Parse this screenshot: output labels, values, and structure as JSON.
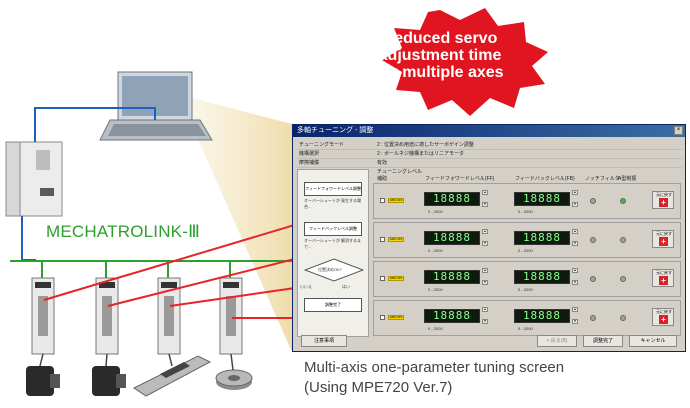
{
  "callout": {
    "line1": "Reduced servo",
    "line2": "adjustment time",
    "line3": "for multiple axes"
  },
  "network_label": "MECHATROLINK-Ⅲ",
  "caption": {
    "line1": "Multi-axis one-parameter tuning screen",
    "line2": "(Using MPE720 Ver.7)"
  },
  "window": {
    "title": "多軸チューニング - 調整",
    "info": [
      {
        "key": "チューニングモード",
        "value": "2 : 位置決め用途に適したサーボゲイン調整"
      },
      {
        "key": "機構選択",
        "value": "2 : ボールネジ機構またはリニアモータ"
      },
      {
        "key": "摩擦補償",
        "value": "有効"
      }
    ],
    "headers": {
      "tuning_level": "チューニングレベル",
      "enable": "補助",
      "feedforward": "フィードフォワードレベル(FF)",
      "feedback": "フィードバックレベル(FB)",
      "notch": "ノッチフィルタ",
      "anti_res": "A型制振"
    },
    "rows": [
      {
        "ff": "18888",
        "fb": "18888",
        "range_ff": "0 - 2000",
        "range_fb": "0 - 2000",
        "notch": "off",
        "ares": "on",
        "reset": "元に戻す"
      },
      {
        "ff": "18888",
        "fb": "18888",
        "range_ff": "0 - 2000",
        "range_fb": "0 - 2000",
        "notch": "off",
        "ares": "off",
        "reset": "元に戻す"
      },
      {
        "ff": "18888",
        "fb": "18888",
        "range_ff": "0 - 2000",
        "range_fb": "0 - 2000",
        "notch": "off",
        "ares": "off",
        "reset": "元に戻す"
      },
      {
        "ff": "18888",
        "fb": "18888",
        "range_ff": "0 - 2000",
        "range_fb": "0 - 2000",
        "notch": "off",
        "ares": "off",
        "reset": "元に戻す"
      }
    ],
    "flow": {
      "step1": "フィードフォワードレベル調整",
      "note1": "オーバーシュートが 発生する場合...",
      "step2": "フィードバックレベル調整",
      "note2": "オーバーシュートが 解消するまで...",
      "decision": "位置決めOK?",
      "no": "いいえ",
      "yes": "はい",
      "done": "調整完了"
    },
    "buttons": {
      "notes": "注意事項",
      "back": "< 戻る(B)",
      "finish": "調整完了",
      "cancel": "キャンセル"
    },
    "tag_text": "ABS OFF"
  },
  "colors": {
    "callout_red": "#e0151f",
    "arrow_red": "#e8232a",
    "network_green": "#2ca02c",
    "cable_blue": "#1f5fbf",
    "beam": "#f3e6c2"
  }
}
